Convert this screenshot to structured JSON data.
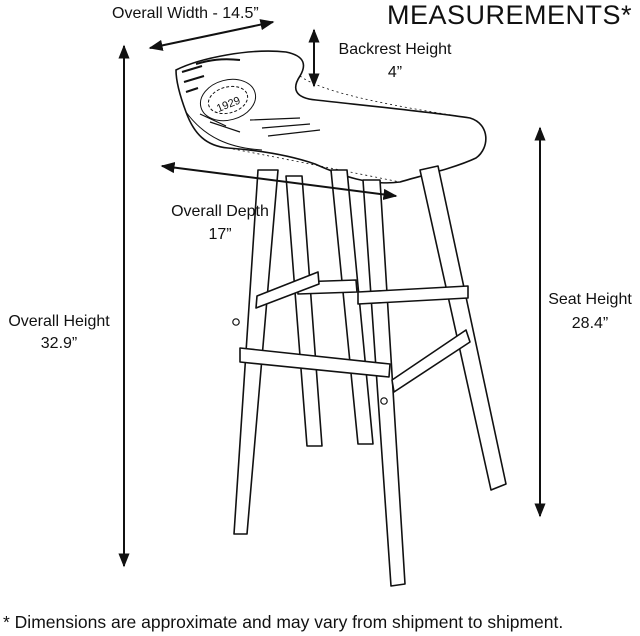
{
  "title": "MEASUREMENTS*",
  "footnote": "* Dimensions are approximate and may vary from shipment to shipment.",
  "dimensions": {
    "overall_width": {
      "label": "Overall Width - 14.5”"
    },
    "backrest_height": {
      "label": "Backrest Height",
      "value": "4”"
    },
    "overall_depth": {
      "label": "Overall Depth",
      "value": "17”"
    },
    "overall_height": {
      "label": "Overall Height",
      "value": "32.9”"
    },
    "seat_height": {
      "label": "Seat Height",
      "value": "28.4”"
    }
  },
  "seat_print": {
    "year": "1929"
  },
  "colors": {
    "line": "#111111",
    "background": "#ffffff"
  }
}
